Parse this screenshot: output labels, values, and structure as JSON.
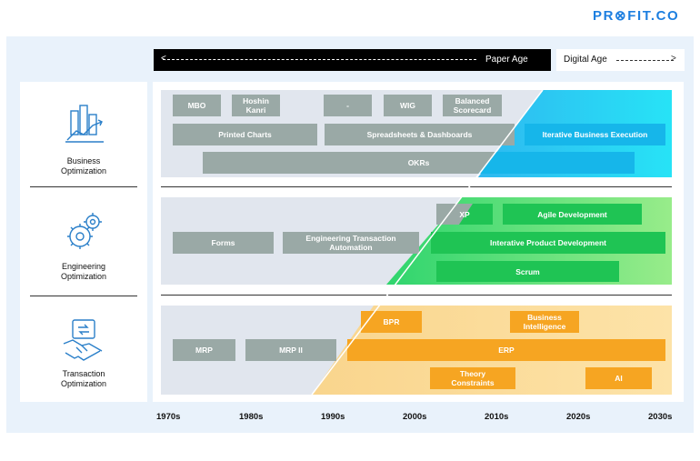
{
  "brand": {
    "logo_text": "PR⊗FIT.CO"
  },
  "ages": {
    "paper": "Paper Age",
    "digital": "Digital Age"
  },
  "categories": [
    {
      "name": "Business\nOptimization",
      "icon": "bar-chart-icon"
    },
    {
      "name": "Engineering\nOptimization",
      "icon": "gears-icon"
    },
    {
      "name": "Transaction\nOptimization",
      "icon": "handshake-icon"
    }
  ],
  "business": {
    "mbo": "MBO",
    "hoshin": "Hoshin\nKanri",
    "dash": "-",
    "wig": "WIG",
    "balanced": "Balanced\nScorecard",
    "printed": "Printed Charts",
    "spreadsheets": "Spreadsheets & Dashboards",
    "iterative": "Iterative Business Execution",
    "okrs": "OKRs"
  },
  "engineering": {
    "forms": "Forms",
    "eta": "Engineering Transaction\nAutomation",
    "xp": "XP",
    "agile": "Agile Development",
    "ipd": "Interative Product Development",
    "scrum": "Scrum"
  },
  "transaction": {
    "bpr": "BPR",
    "bi": "Business\nIntelligence",
    "mrp": "MRP",
    "mrp2": "MRP II",
    "erp": "ERP",
    "theory": "Theory\nConstraints",
    "ai": "AI"
  },
  "years": [
    "1970s",
    "1980s",
    "1990s",
    "2000s",
    "2010s",
    "2020s",
    "2030s"
  ],
  "colors": {
    "paper": "#9aa9a6",
    "business_digital": "#16b6ea",
    "engineering_digital": "#1fc454",
    "transaction_digital": "#f6a522",
    "brand": "#1d7fe0"
  }
}
